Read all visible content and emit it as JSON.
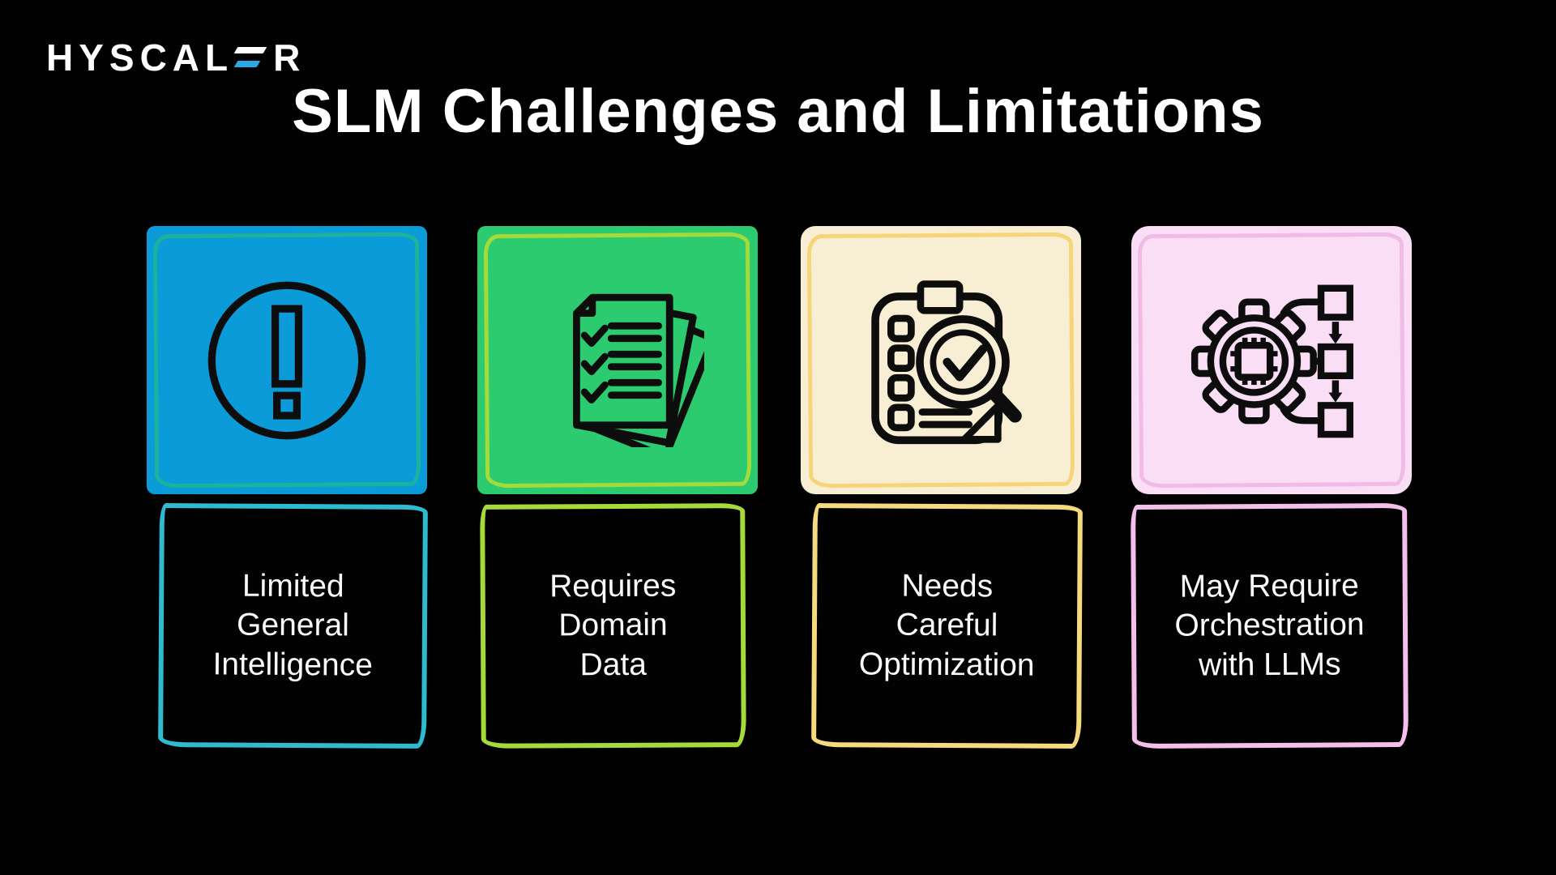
{
  "page": {
    "background_color": "#000000",
    "text_color": "#ffffff"
  },
  "logo": {
    "name": "HYSCALER",
    "text_primary": "HYSCAL",
    "text_suffix": "R",
    "e_bar_top_color": "#ffffff",
    "e_bar_mid_color": "#29a9e1"
  },
  "title": "SLM Challenges and Limitations",
  "cards": [
    {
      "id": "limited-general-intelligence",
      "icon": "alert-icon",
      "card_fill": "#0a9bd8",
      "card_inner_border": "#1cb39c",
      "label_border": "#2ebacf",
      "label": "Limited\nGeneral\nIntelligence"
    },
    {
      "id": "requires-domain-data",
      "icon": "documents-checklist-icon",
      "card_fill": "#2dcb70",
      "card_inner_border": "#a6da39",
      "label_border": "#a6da39",
      "label": "Requires\nDomain\nData"
    },
    {
      "id": "needs-careful-optimization",
      "icon": "clipboard-search-icon",
      "card_fill": "#f7eed3",
      "card_inner_border": "#f8d478",
      "label_border": "#f6da80",
      "label": "Needs\nCareful\nOptimization"
    },
    {
      "id": "may-require-orchestration-with-llms",
      "icon": "gear-flowchart-icon",
      "card_fill": "#fadef5",
      "card_inner_border": "#f0bbe6",
      "label_border": "#f4bfea",
      "label": "May Require\nOrchestration\nwith LLMs"
    }
  ]
}
